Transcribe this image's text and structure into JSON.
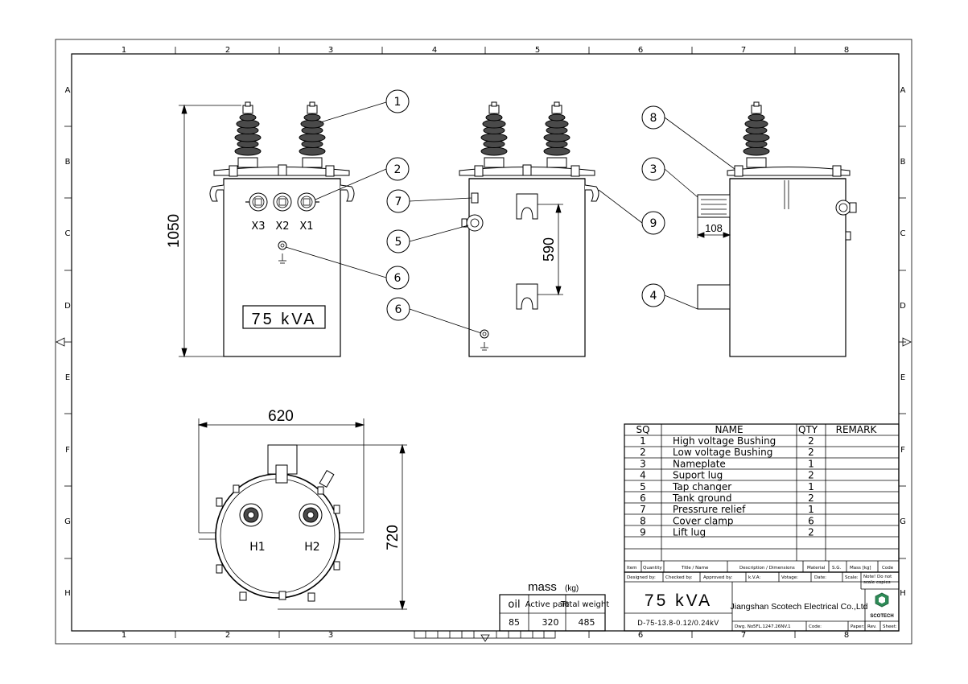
{
  "frame": {
    "columns": [
      "1",
      "2",
      "3",
      "4",
      "5",
      "6",
      "7",
      "8"
    ],
    "rows": [
      "A",
      "B",
      "C",
      "D",
      "E",
      "F",
      "G",
      "H"
    ]
  },
  "dims": {
    "height": "1050",
    "lug_spacing": "590",
    "nameplate_offset": "108",
    "width": "620",
    "depth": "720"
  },
  "labels": {
    "lv_terminals": [
      "X3",
      "X2",
      "X1"
    ],
    "hv_terminals": [
      "H1",
      "H2"
    ],
    "rating_box": "75 kVA"
  },
  "balloons": {
    "front": [
      "1",
      "2",
      "6"
    ],
    "side": [
      "7",
      "5",
      "6",
      "9"
    ],
    "rear": [
      "8",
      "3",
      "4"
    ]
  },
  "bom": {
    "headers": [
      "SQ",
      "NAME",
      "QTY",
      "REMARK"
    ],
    "rows": [
      {
        "sq": "1",
        "name": "High voltage Bushing",
        "qty": "2"
      },
      {
        "sq": "2",
        "name": "Low voltage Bushing",
        "qty": "2"
      },
      {
        "sq": "3",
        "name": "Nameplate",
        "qty": "1"
      },
      {
        "sq": "4",
        "name": "Suport lug",
        "qty": "2"
      },
      {
        "sq": "5",
        "name": "Tap changer",
        "qty": "1"
      },
      {
        "sq": "6",
        "name": "Tank ground",
        "qty": "2"
      },
      {
        "sq": "7",
        "name": "Pressrure relief",
        "qty": "1"
      },
      {
        "sq": "8",
        "name": "Cover clamp",
        "qty": "6"
      },
      {
        "sq": "9",
        "name": "Lift lug",
        "qty": "2"
      }
    ],
    "footer": [
      "Item",
      "Quantity",
      "Title / Name",
      "Description / Dimensions",
      "Material",
      "S.G.",
      "Mass [kg]",
      "Code"
    ]
  },
  "titleblock": {
    "row1": [
      "Designed by:",
      "Checked by:",
      "Approved by:",
      "k.V.A:",
      "Votage:",
      "Date:",
      "Scale:",
      "Note! Do not",
      "scale copies"
    ],
    "rating": "75  kVA",
    "company": "Jiangshan Scotech Electrical Co.,Ltd",
    "logo_text": "SCOTECH",
    "model": "D-75-13.8-0.12/0.24kV",
    "dwg_no_label": "Dwg. No.",
    "dwg_no": "5FL.1247.26NV.1",
    "code_label": "Code:",
    "paper": "Paper:",
    "rev": "Rev.",
    "sheet": "Sheet:"
  },
  "mass": {
    "title": "mass",
    "unit": "(kg)",
    "headers": [
      "oil",
      "Active part",
      "Total weight"
    ],
    "values": [
      "85",
      "320",
      "485"
    ]
  },
  "colors": {
    "line": "#000000",
    "insulator": "#4a4a4a",
    "logo": "#2e8b57"
  }
}
